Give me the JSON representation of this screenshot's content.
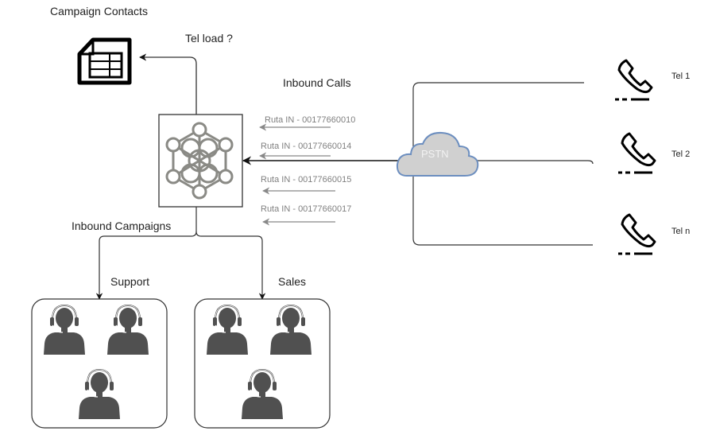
{
  "diagram": {
    "campaign_contacts": {
      "label": "Campaign Contacts",
      "icon": "spreadsheet-document-icon"
    },
    "tel_load_label": "Tel load ?",
    "inbound_calls_label": "Inbound Calls",
    "hub": {
      "icon": "network-hub-icon"
    },
    "routes": [
      {
        "label": "Ruta IN - 00177660010"
      },
      {
        "label": "Ruta IN - 00177660014"
      },
      {
        "label": "Ruta IN - 00177660015"
      },
      {
        "label": "Ruta IN - 00177660017"
      }
    ],
    "pstn": {
      "label": "PSTN",
      "icon": "cloud-icon",
      "fill": "#d0d0d0",
      "stroke": "#6c8ebf"
    },
    "phones": [
      {
        "label": "Tel 1",
        "icon": "telephone-icon"
      },
      {
        "label": "Tel 2",
        "icon": "telephone-icon"
      },
      {
        "label": "Tel n",
        "icon": "telephone-icon"
      }
    ],
    "inbound_campaigns_label": "Inbound Campaigns",
    "campaigns": [
      {
        "label": "Support",
        "agents": 3,
        "agent_icon": "call-center-agent-icon"
      },
      {
        "label": "Sales",
        "agents": 3,
        "agent_icon": "call-center-agent-icon"
      }
    ],
    "colors": {
      "line": "#333333",
      "route_arrow": "#888888",
      "agent": "#505050",
      "hub": "#8a8a85"
    }
  }
}
